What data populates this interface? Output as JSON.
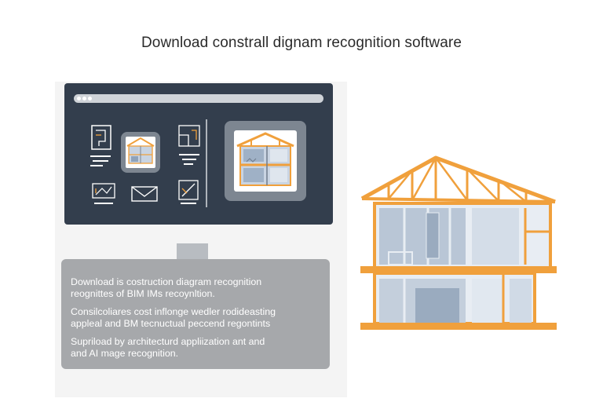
{
  "title": "Download constrall dignam recognition software",
  "browser": {
    "menu_dots": 3
  },
  "thumbnails": [
    {
      "name": "plan-document-thumb"
    },
    {
      "name": "house-render-thumb-small"
    },
    {
      "name": "plan-sketch-thumb"
    },
    {
      "name": "blueprint-thumb"
    },
    {
      "name": "envelope-thumb"
    },
    {
      "name": "drafting-thumb"
    }
  ],
  "description": {
    "paragraphs": [
      {
        "line1": "Download is costruction diagram recognition",
        "line2": "reognittes of BIM IMs recoynltion."
      },
      {
        "line1": "Consilcoliares cost inflonge wedler rodideasting",
        "line2": "appleal and BM tecnuctual peccend regontints"
      },
      {
        "line1": "Supriload by architecturd appliization ant and",
        "line2": "and AI mage recognition."
      }
    ]
  },
  "colors": {
    "monitor": "#333e4d",
    "accent_orange": "#f0a03c",
    "panel_gray": "#a6a8ab",
    "glass": "#b9c6d6"
  }
}
